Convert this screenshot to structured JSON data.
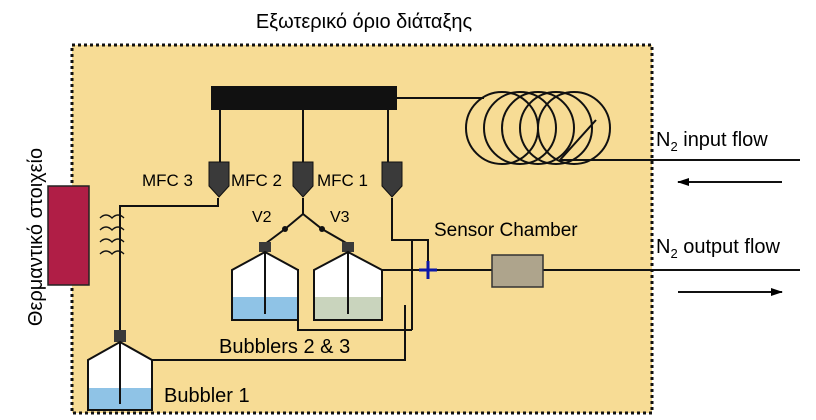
{
  "title": "Εξωτερικό όριο διάταξης",
  "heater_label": "Θερμαντικό στοιχείο",
  "mfc": {
    "one": "MFC 1",
    "two": "MFC 2",
    "three": "MFC 3"
  },
  "valves": {
    "v2": "V2",
    "v3": "V3"
  },
  "sensor_chamber": "Sensor Chamber",
  "input_flow": {
    "prefix": "N",
    "subscript": "2",
    "suffix": " input flow"
  },
  "output_flow": {
    "prefix": "N",
    "subscript": "2",
    "suffix": " output flow"
  },
  "bubblers_2_3": "Bubblers 2 & 3",
  "bubbler_1": "Bubbler 1",
  "colors": {
    "enclosure": "#f7dc95",
    "heater": "#b01e46",
    "liquid_blue": "#8fc3e6",
    "liquid_gray": "#c9d4bd",
    "chamber": "#aea48c",
    "valve_dark": "#3a3a3a",
    "junction": "#0a16a8"
  }
}
